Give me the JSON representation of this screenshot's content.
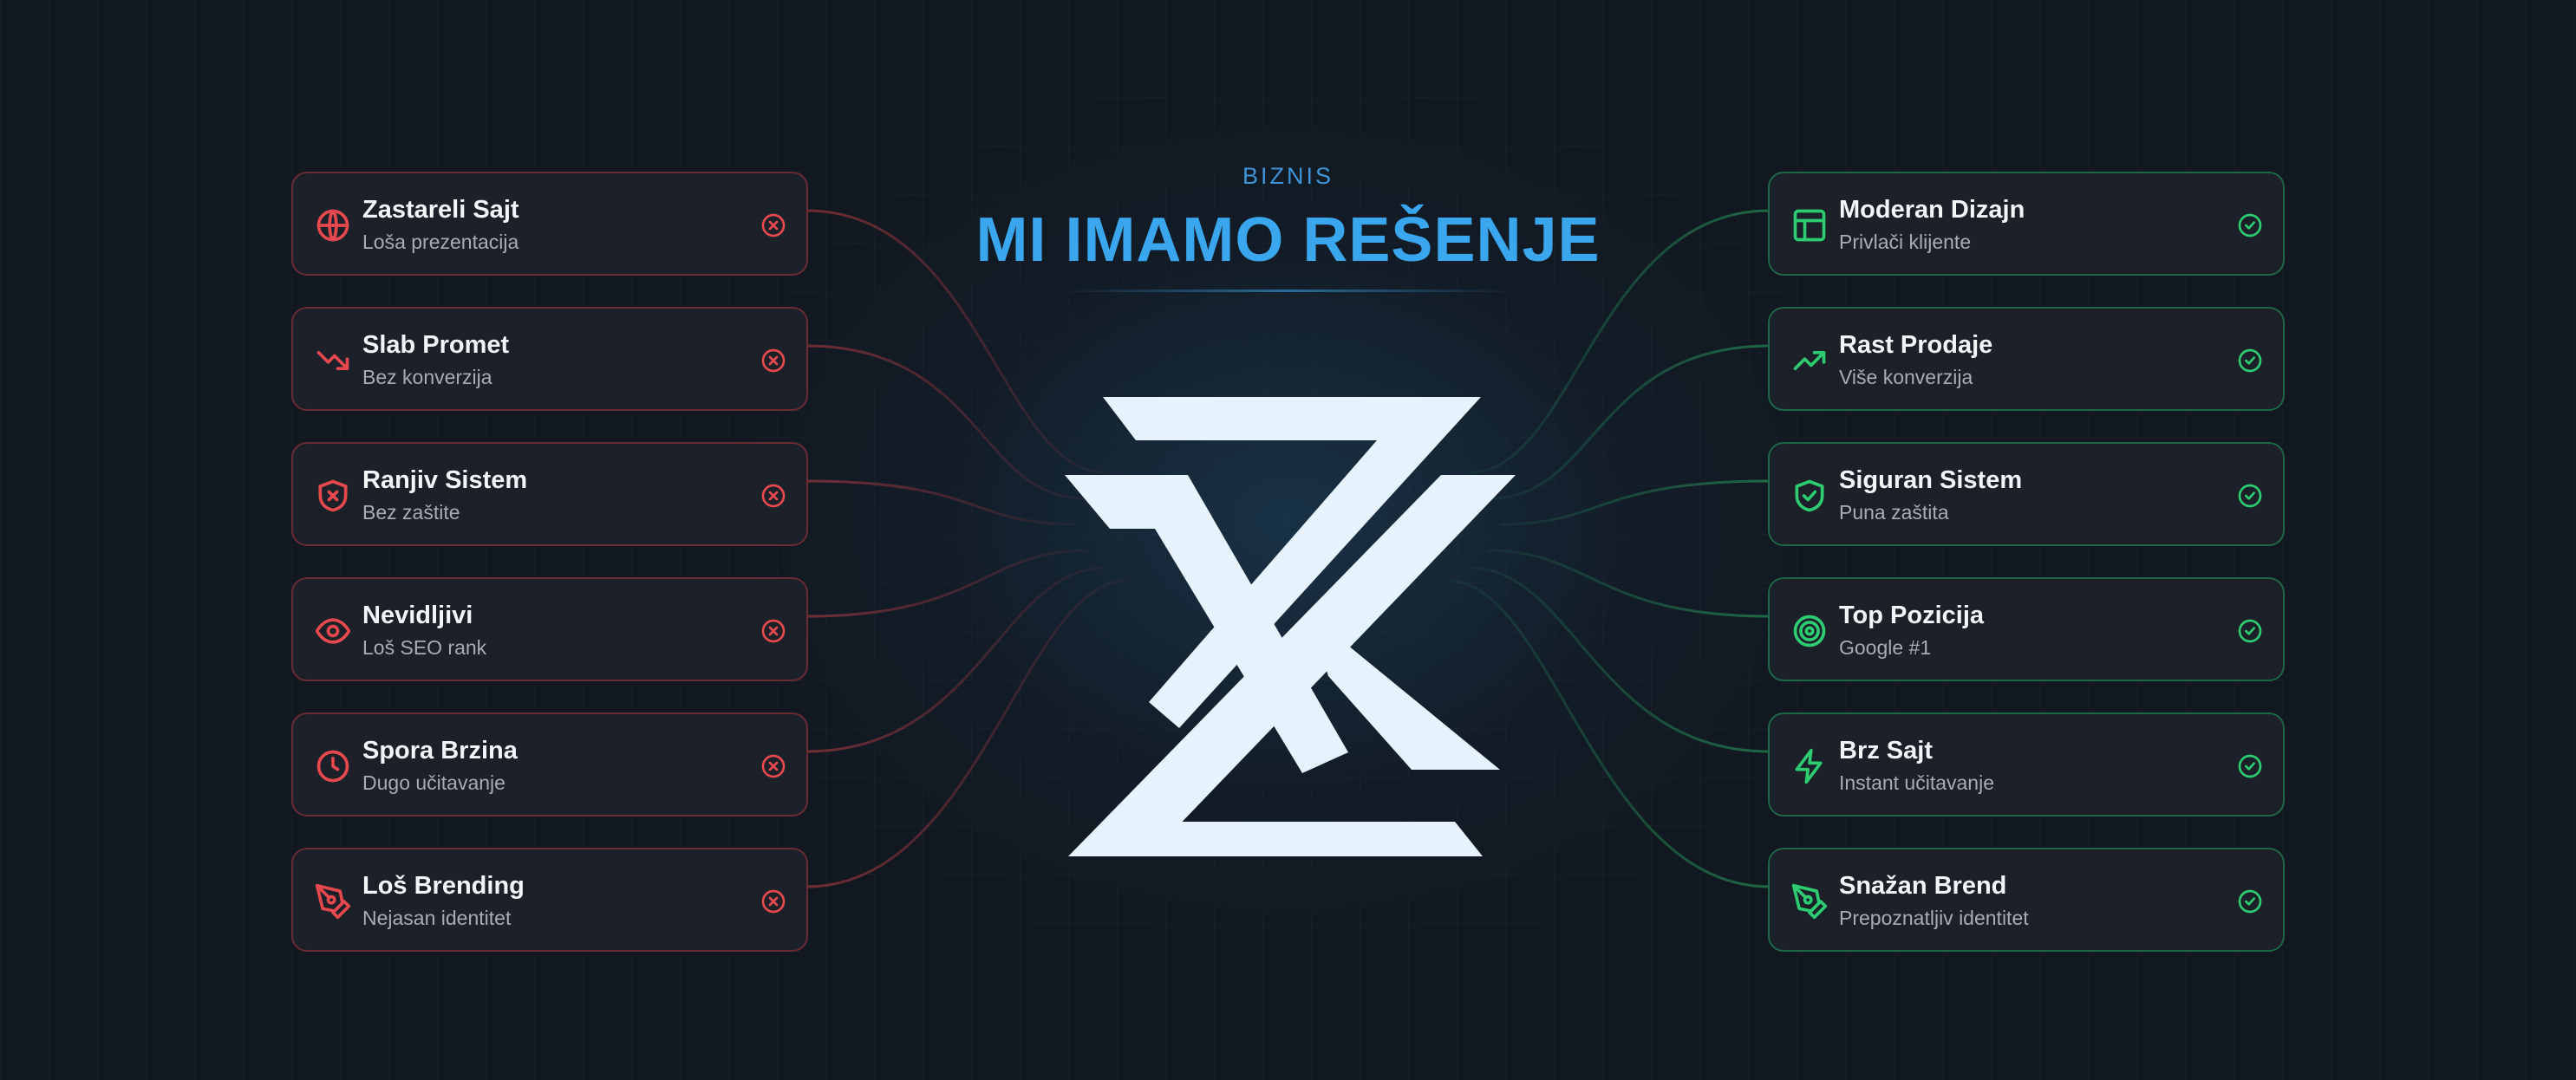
{
  "header": {
    "eyebrow": "BIZNIS",
    "title": "MI IMAMO REŠENJE"
  },
  "colors": {
    "problem": "#e5484d",
    "solution": "#2ecc71",
    "accent": "#3aa6ee",
    "logo": "#e6f3fc"
  },
  "problems": [
    {
      "title": "Zastareli Sajt",
      "subtitle": "Loša prezentacija",
      "icon": "globe-icon"
    },
    {
      "title": "Slab Promet",
      "subtitle": "Bez konverzija",
      "icon": "trending-down-icon"
    },
    {
      "title": "Ranjiv Sistem",
      "subtitle": "Bez zaštite",
      "icon": "shield-x-icon"
    },
    {
      "title": "Nevidljivi",
      "subtitle": "Loš SEO rank",
      "icon": "eye-icon"
    },
    {
      "title": "Spora Brzina",
      "subtitle": "Dugo učitavanje",
      "icon": "clock-icon"
    },
    {
      "title": "Loš Brending",
      "subtitle": "Nejasan identitet",
      "icon": "pen-tool-icon"
    }
  ],
  "solutions": [
    {
      "title": "Moderan Dizajn",
      "subtitle": "Privlači klijente",
      "icon": "layout-icon"
    },
    {
      "title": "Rast Prodaje",
      "subtitle": "Više konverzija",
      "icon": "trending-up-icon"
    },
    {
      "title": "Siguran Sistem",
      "subtitle": "Puna zaštita",
      "icon": "shield-check-icon"
    },
    {
      "title": "Top Pozicija",
      "subtitle": "Google #1",
      "icon": "target-icon"
    },
    {
      "title": "Brz Sajt",
      "subtitle": "Instant učitavanje",
      "icon": "zap-icon"
    },
    {
      "title": "Snažan Brend",
      "subtitle": "Prepoznatljiv identitet",
      "icon": "pen-tool-icon"
    }
  ]
}
